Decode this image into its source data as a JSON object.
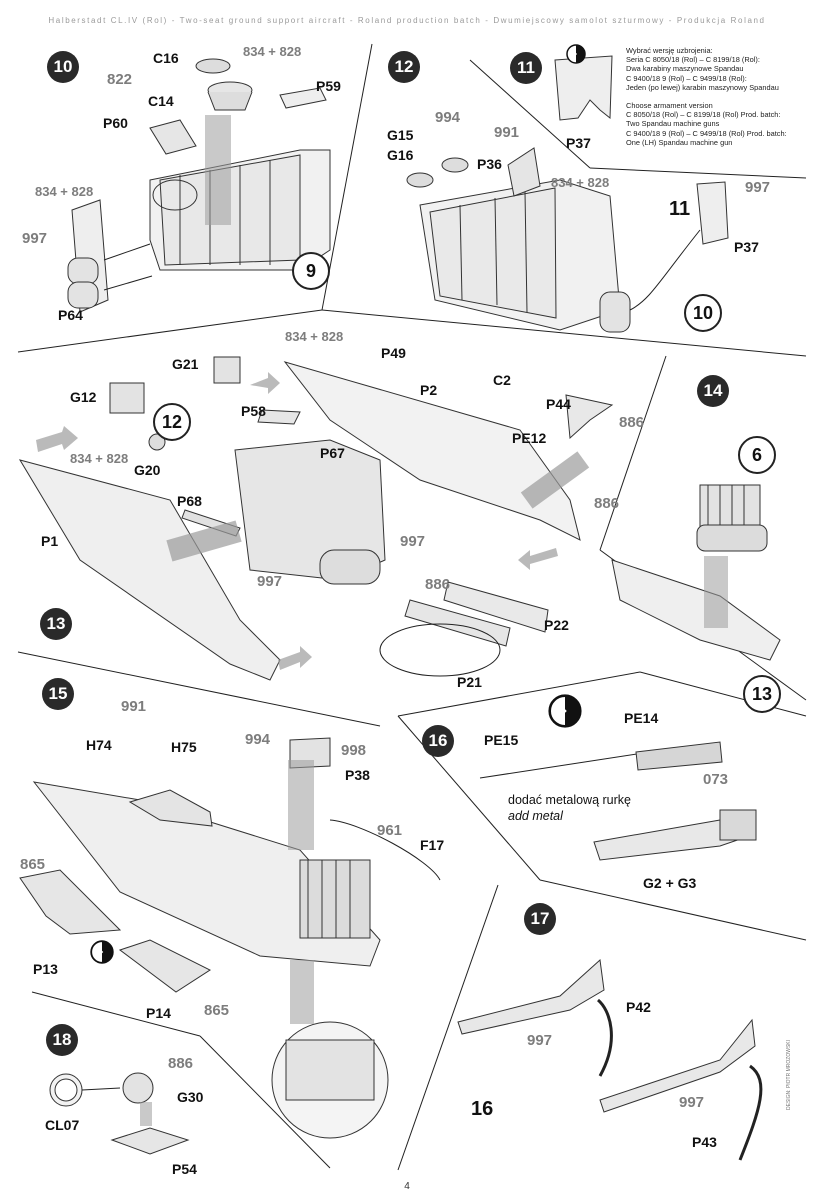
{
  "header": "Halberstadt CL.IV (Rol) - Two-seat ground support aircraft - Roland production batch - Dwumiejscowy samolot szturmowy - Produkcja Roland",
  "page_number": "4",
  "credit": "DESIGN: PIOTR MROZOWSKI",
  "steps": [
    "10",
    "12",
    "11",
    "13",
    "14",
    "15",
    "16",
    "17",
    "18"
  ],
  "callouts": {
    "s9": "9",
    "s10": "10",
    "s11": "11",
    "s12": "12",
    "s13": "13",
    "s6": "6",
    "s16": "16"
  },
  "armament_note": {
    "lines": [
      "Wybrać wersję uzbrojenia:",
      "Seria C 8050/18 (Rol) – C 8199/18 (Rol):",
      "Dwa karabiny maszynowe Spandau",
      "C 9400/18 9 (Rol)   – C 9499/18 (Rol):",
      "Jeden (po lewej) karabin maszynowy Spandau",
      "",
      "Choose armament version",
      "C 8050/18 (Rol) – C 8199/18 (Rol) Prod. batch:",
      "Two Spandau machine guns",
      "C 9400/18 9 (Rol)  – C 9499/18 (Rol) Prod. batch:",
      "One (LH) Spandau machine gun"
    ]
  },
  "metal_note": {
    "pl": "dodać metalową rurkę",
    "en": "add metal"
  },
  "labels": {
    "C16": "C16",
    "C14": "C14",
    "P60": "P60",
    "P59": "P59",
    "P64": "P64",
    "P37": "P37",
    "P36": "P36",
    "G15": "G15",
    "G16": "G16",
    "G21": "G21",
    "P49": "P49",
    "P2": "P2",
    "C2": "C2",
    "P44": "P44",
    "G12": "G12",
    "P58": "P58",
    "PE12": "PE12",
    "G20": "G20",
    "P67": "P67",
    "P68": "P68",
    "P1": "P1",
    "P22": "P22",
    "P21": "P21",
    "H74": "H74",
    "H75": "H75",
    "P38": "P38",
    "F17": "F17",
    "P13": "P13",
    "P14": "P14",
    "PE14": "PE14",
    "PE15": "PE15",
    "G2G3": "G2 + G3",
    "P42": "P42",
    "P43": "P43",
    "CL07": "CL07",
    "G30": "G30",
    "P54": "P54"
  },
  "paints": {
    "c822": "822",
    "c834a": "834 + 828",
    "c834b": "834 + 828",
    "c834c": "834 + 828",
    "c834d": "834 + 828",
    "c997a": "997",
    "c994a": "994",
    "c991a": "991",
    "c997b": "997",
    "c997c": "997",
    "c997d": "997",
    "c886a": "886",
    "c886b": "886",
    "c886c": "886",
    "c991b": "991",
    "c994b": "994",
    "c998": "998",
    "c961": "961",
    "c865a": "865",
    "c865b": "865",
    "c073": "073",
    "c997e": "997",
    "c997f": "997",
    "c886d": "886"
  }
}
